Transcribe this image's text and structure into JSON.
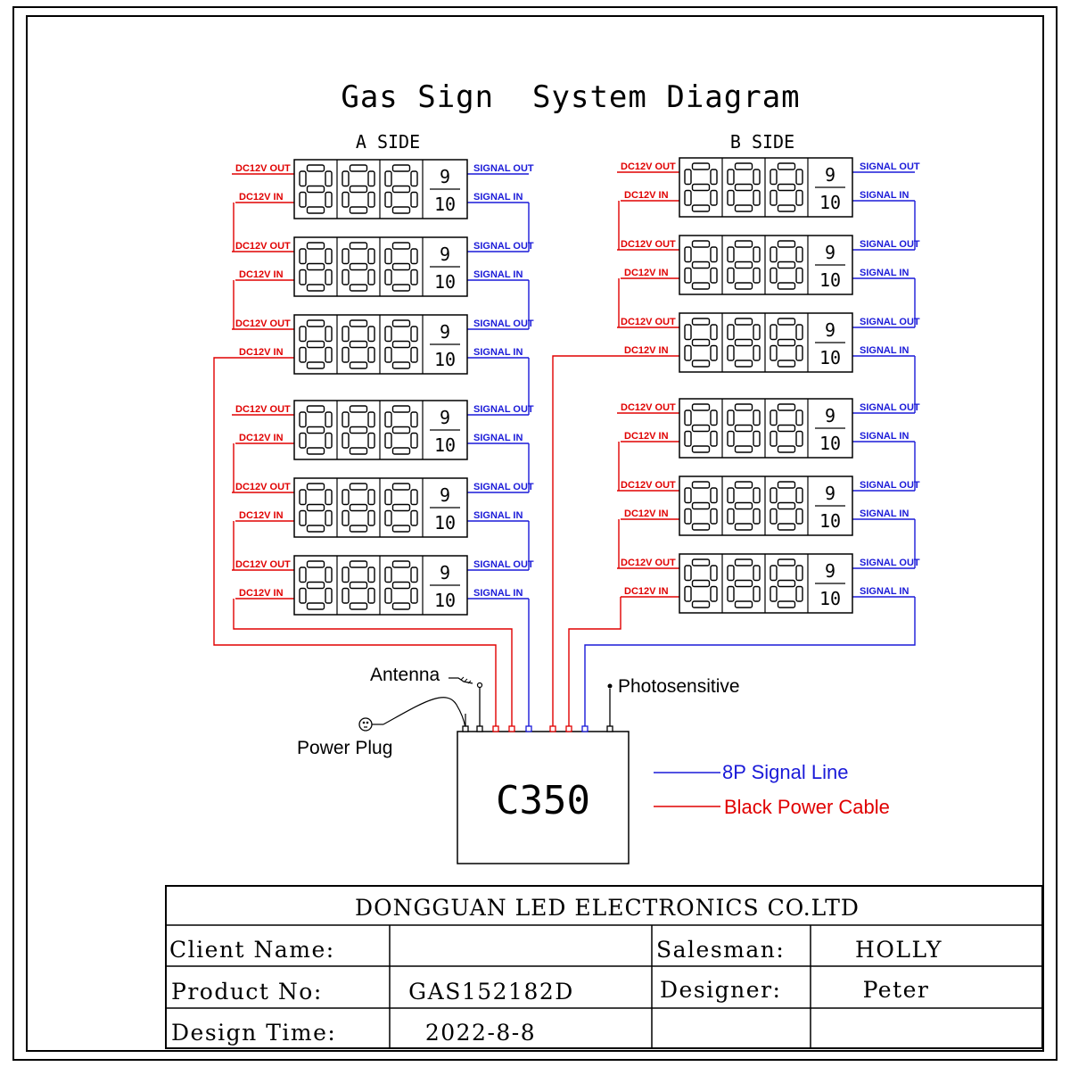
{
  "title": "Gas Sign  System Diagram",
  "sides": [
    {
      "label": "A SIDE",
      "in_label": "DC12V IN",
      "out_label": "DC12V OUT",
      "signal_in": "SIGNAL IN",
      "signal_out": "SIGNAL OUT",
      "modules": [
        {
          "digits": "888",
          "fraction_top": "9",
          "fraction_bottom": "10"
        },
        {
          "digits": "888",
          "fraction_top": "9",
          "fraction_bottom": "10"
        },
        {
          "digits": "888",
          "fraction_top": "9",
          "fraction_bottom": "10"
        },
        {
          "digits": "888",
          "fraction_top": "9",
          "fraction_bottom": "10"
        },
        {
          "digits": "888",
          "fraction_top": "9",
          "fraction_bottom": "10"
        },
        {
          "digits": "888",
          "fraction_top": "9",
          "fraction_bottom": "10"
        }
      ]
    },
    {
      "label": "B SIDE",
      "in_label": "DC12V IN",
      "out_label": "DC12V OUT",
      "signal_in": "SIGNAL IN",
      "signal_out": "SIGNAL OUT",
      "modules": [
        {
          "digits": "888",
          "fraction_top": "9",
          "fraction_bottom": "10"
        },
        {
          "digits": "888",
          "fraction_top": "9",
          "fraction_bottom": "10"
        },
        {
          "digits": "888",
          "fraction_top": "9",
          "fraction_bottom": "10"
        },
        {
          "digits": "888",
          "fraction_top": "9",
          "fraction_bottom": "10"
        },
        {
          "digits": "888",
          "fraction_top": "9",
          "fraction_bottom": "10"
        },
        {
          "digits": "888",
          "fraction_top": "9",
          "fraction_bottom": "10"
        }
      ]
    }
  ],
  "controller": {
    "label": "C350"
  },
  "components": {
    "antenna": "Antenna",
    "power_plug": "Power Plug",
    "photosensitive": "Photosensitive"
  },
  "legend": {
    "signal": "8P Signal Line",
    "power": "Black Power Cable"
  },
  "colors": {
    "signal": "#1a1ad8",
    "power": "#e00000",
    "outline": "#000000"
  },
  "title_block": {
    "company": "DONGGUAN LED ELECTRONICS CO.LTD",
    "client_label": "Client Name:",
    "client_value": "",
    "salesman_label": "Salesman:",
    "salesman_value": "HOLLY",
    "product_label": "Product No:",
    "product_value": "GAS152182D",
    "designer_label": "Designer:",
    "designer_value": "Peter",
    "time_label": "Design Time:",
    "time_value": "2022-8-8"
  }
}
